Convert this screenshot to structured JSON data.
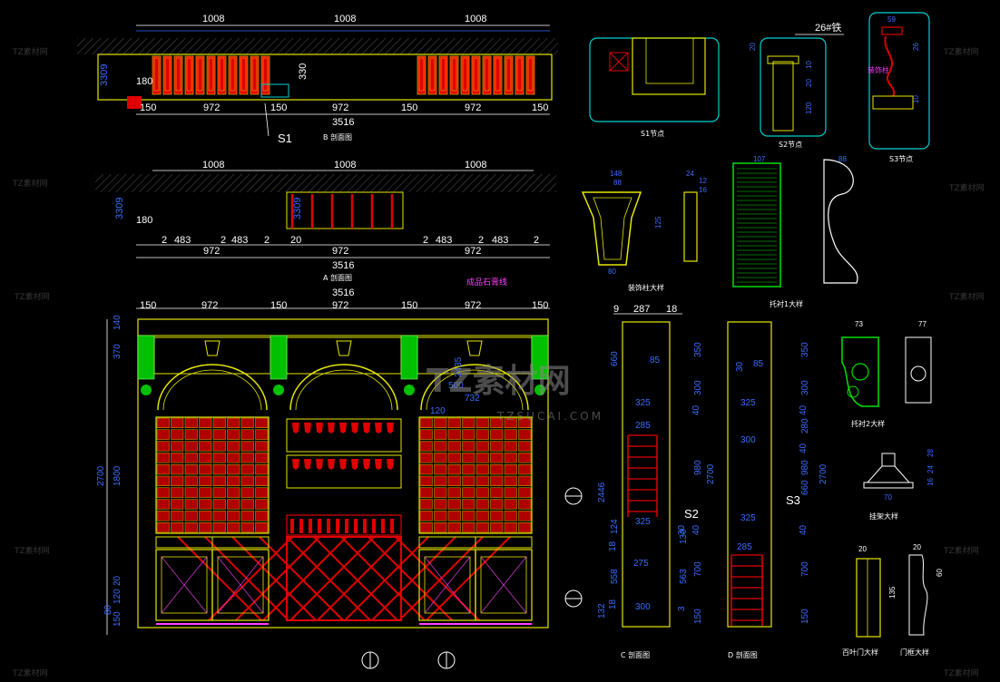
{
  "drawing": {
    "section_b": {
      "caption": "B 剖面图",
      "top_dims": [
        "1008",
        "1008",
        "1008"
      ],
      "height_dims": [
        "3309",
        "180",
        "330"
      ],
      "bottom_dims": [
        "150",
        "972",
        "150",
        "972",
        "150",
        "972",
        "150"
      ],
      "total": "3516",
      "marker": "S1"
    },
    "section_a": {
      "caption": "A 剖面图",
      "top_dims": [
        "1008",
        "1008",
        "1008"
      ],
      "height_dims": [
        "3309",
        "180",
        "3309"
      ],
      "sub_dims": [
        "2",
        "483",
        "2",
        "483",
        "2",
        "20",
        "2",
        "483",
        "2",
        "483",
        "2"
      ],
      "bottom_dims": [
        "972",
        "972",
        "972"
      ],
      "total": "3516"
    },
    "elevation": {
      "top_dims": [
        "150",
        "972",
        "150",
        "972",
        "150",
        "972",
        "150"
      ],
      "total": "3516",
      "note": "成品石膏线",
      "left_dims": [
        "140",
        "370",
        "1800",
        "2700",
        "20",
        "120",
        "80",
        "150"
      ],
      "inner_dims": [
        "500",
        "732",
        "120",
        "2435"
      ]
    },
    "section_c": {
      "caption": "C 剖面图",
      "top_dims": [
        "9",
        "287",
        "18"
      ],
      "inner": [
        "85",
        "325",
        "285",
        "325",
        "275",
        "300"
      ],
      "left_dims": [
        "660",
        "2446",
        "124",
        "18",
        "558",
        "18",
        "132"
      ],
      "right_dims": [
        "350",
        "300",
        "40",
        "980",
        "2700",
        "40",
        "700",
        "150",
        "563",
        "3",
        "130",
        "30"
      ],
      "marker": "S2"
    },
    "section_d": {
      "caption": "D 剖面图",
      "inner": [
        "30",
        "85",
        "325",
        "300",
        "325",
        "285"
      ],
      "right_dims": [
        "350",
        "300",
        "40",
        "280",
        "40",
        "980",
        "2700",
        "660",
        "40",
        "700",
        "150"
      ],
      "marker": "S3"
    },
    "details": {
      "s1": "S1节点",
      "s2": "S2节点",
      "s3": "S3节点",
      "s2_note": "26#铁",
      "s3_note": "装饰柱",
      "s3_dims": [
        "59",
        "26",
        "10"
      ],
      "s2_dims": [
        "20",
        "10",
        "20",
        "120"
      ],
      "decor_caption": "装饰柱大样",
      "decor_dims": [
        "148",
        "88",
        "24",
        "12",
        "16",
        "125",
        "80"
      ],
      "corbel1_caption": "托衬1大样",
      "corbel1_dims": [
        "107",
        "88"
      ],
      "corbel2_caption": "托衬2大样",
      "corbel2_dims": [
        "73",
        "77"
      ],
      "bracket_caption": "挂架大样",
      "bracket_dims": [
        "28",
        "24",
        "16",
        "70"
      ],
      "door_caption1": "百叶门大样",
      "door_caption2": "门框大样",
      "door_dims": [
        "20",
        "20",
        "135",
        "60"
      ]
    },
    "watermark": {
      "brand": "TZ素材网",
      "url": "TZSUCAI.COM",
      "tile": "TZ素材网"
    }
  }
}
